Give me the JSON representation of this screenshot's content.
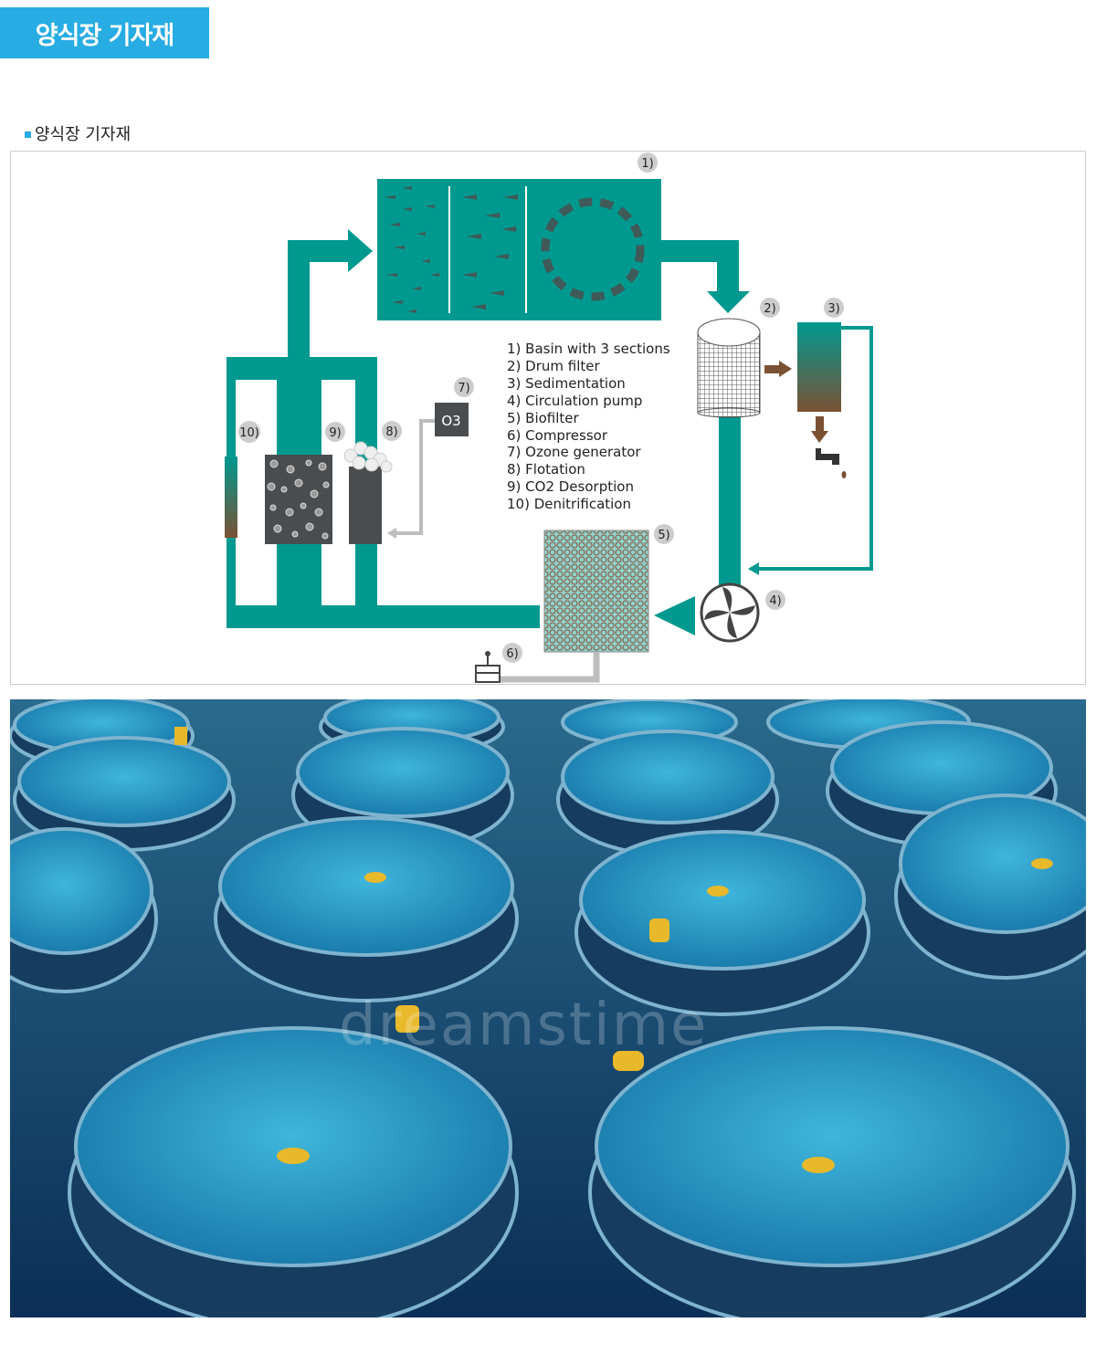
{
  "header": {
    "title": "양식장 기자재"
  },
  "section": {
    "title": "양식장 기자재"
  },
  "diagram": {
    "legend": [
      "1) Basin with 3 sections",
      "2) Drum filter",
      "3) Sedimentation",
      "4) Circulation pump",
      "5) Biofilter",
      "6) Compressor",
      "7) Ozone generator",
      "8) Flotation",
      "9) CO2 Desorption",
      "10) Denitrification"
    ],
    "markers": [
      "1)",
      "2)",
      "3)",
      "4)",
      "5)",
      "6)",
      "7)",
      "8)",
      "9)",
      "10)"
    ],
    "ozone_label": "O3",
    "colors": {
      "water": "#00998f",
      "sludge": "#7b5134",
      "equipment": "#4a4d4f",
      "air": "#bdbdbd"
    }
  },
  "photo": {
    "watermark": "dreamstime"
  }
}
